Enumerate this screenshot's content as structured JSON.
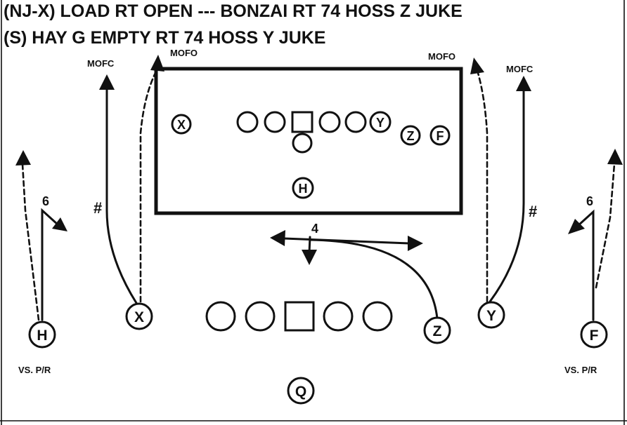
{
  "play": {
    "title_line_1": "(NJ-X) LOAD RT OPEN --- BONZAI RT 74 HOSS Z JUKE",
    "title_line_2": "(S) HAY G EMPTY RT 74 HOSS Y JUKE"
  },
  "scout_card": {
    "linemen": [
      "",
      "",
      "",
      "",
      ""
    ],
    "players": [
      {
        "id": "X",
        "label": "X"
      },
      {
        "id": "Y",
        "label": "Y"
      },
      {
        "id": "Z",
        "label": "Z"
      },
      {
        "id": "F",
        "label": "F"
      },
      {
        "id": "H",
        "label": "H"
      }
    ]
  },
  "formation": {
    "linemen": [
      "",
      "",
      "",
      "",
      ""
    ],
    "players": [
      {
        "id": "H",
        "label": "H"
      },
      {
        "id": "X",
        "label": "X"
      },
      {
        "id": "Z",
        "label": "Z"
      },
      {
        "id": "Y",
        "label": "Y"
      },
      {
        "id": "F",
        "label": "F"
      },
      {
        "id": "Q",
        "label": "Q"
      }
    ]
  },
  "annotations": {
    "mofc_left": "MOFC",
    "mofo_left": "MOFO",
    "mofo_right": "MOFO",
    "mofc_right": "MOFC",
    "six_left": "6",
    "six_right": "6",
    "hash_left": "#",
    "hash_right": "#",
    "four": "4",
    "vs_left": "VS. P/R",
    "vs_right": "VS. P/R"
  }
}
